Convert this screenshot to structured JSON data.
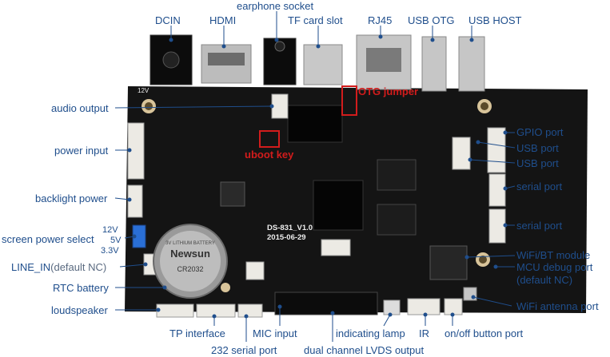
{
  "labels": {
    "dcin": "DCIN",
    "hdmi": "HDMI",
    "earphone": "earphone socket",
    "tf_card": "TF card slot",
    "rj45": "RJ45",
    "usb_otg": "USB OTG",
    "usb_host": "USB HOST",
    "audio_output": "audio output",
    "otg_jumper": "OTG jumper",
    "uboot_key": "uboot key",
    "power_input": "power input",
    "backlight_power": "backlight power",
    "screen_power_select": "screen power select",
    "v12": "12V",
    "v5": "5V",
    "v33": "3.3V",
    "line_in": "LINE_IN",
    "line_in_note": "(default NC)",
    "rtc_battery": "RTC battery",
    "loudspeaker": "loudspeaker",
    "tp_interface": "TP interface",
    "serial232": "232 serial port",
    "mic_input": "MIC input",
    "lvds": "dual channel LVDS output",
    "indicating_lamp": "indicating lamp",
    "ir": "IR",
    "onoff": "on/off button port",
    "gpio": "GPIO port",
    "usb_port_1": "USB port",
    "usb_port_2": "USB port",
    "serial_port_1": "serial port",
    "serial_port_2": "serial port",
    "wifi_bt": "WiFi/BT module",
    "mcu_debug": "MCU debug port",
    "mcu_debug_note": "(default NC)",
    "wifi_antenna": "WiFi antenna port"
  },
  "board_text": {
    "model": "DS-831_V1.0",
    "date": "2015-06-29",
    "silk_12v": "12V",
    "battery_brand": "Newsun",
    "battery_model": "CR2032",
    "battery_line": "3V LITHIUM BATTERY"
  },
  "colors": {
    "label": "#1f4e8c",
    "highlight": "#d21c1c",
    "board": "#141414",
    "connector": "#eceae4",
    "metal": "#bcbcbc"
  }
}
